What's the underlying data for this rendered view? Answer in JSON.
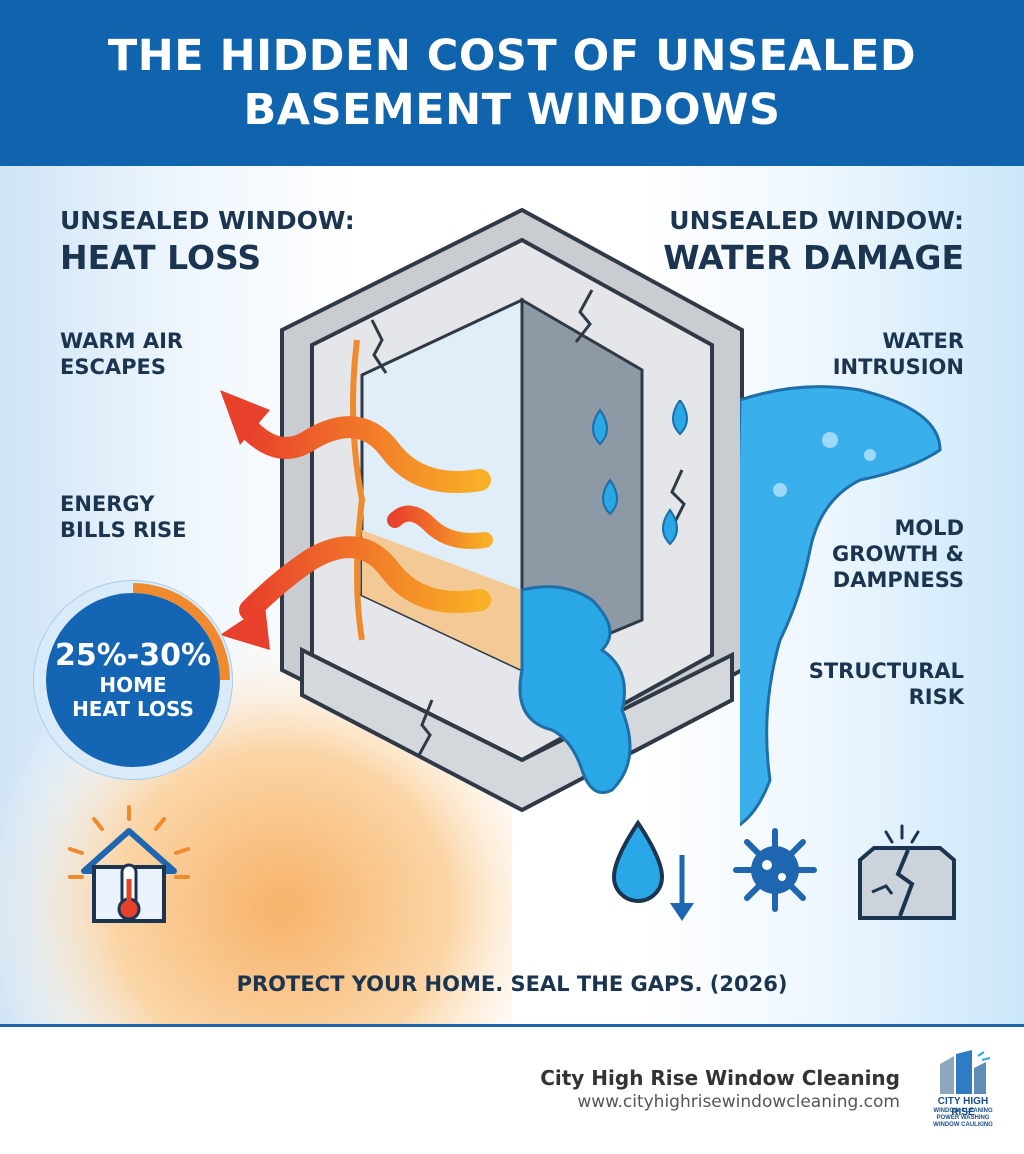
{
  "title": {
    "line1": "THE HIDDEN COST OF UNSEALED",
    "line2": "BASEMENT WINDOWS"
  },
  "left": {
    "heading_small": "UNSEALED WINDOW:",
    "heading_big": "HEAT LOSS",
    "label_warm_1": "WARM AIR",
    "label_warm_2": "ESCAPES",
    "label_energy_1": "ENERGY",
    "label_energy_2": "BILLS RISE",
    "stat_value": "25%-30%",
    "stat_line1": "HOME",
    "stat_line2": "HEAT LOSS"
  },
  "right": {
    "heading_small": "UNSEALED WINDOW:",
    "heading_big": "WATER DAMAGE",
    "label_water_1": "WATER",
    "label_water_2": "INTRUSION",
    "label_mold_1": "MOLD",
    "label_mold_2": "GROWTH &",
    "label_mold_3": "DAMPNESS",
    "label_struct_1": "STRUCTURAL",
    "label_struct_2": "RISK"
  },
  "tagline": "PROTECT YOUR HOME. SEAL THE GAPS. (2026)",
  "footer": {
    "company": "City High Rise Window Cleaning",
    "url": "www.cityhighrisewindowcleaning.com",
    "logo_line1": "CITY HIGH RISE",
    "logo_line2": "WINDOW CLEANING",
    "logo_line3": "POWER WASHING",
    "logo_line4": "WINDOW CAULKING"
  },
  "colors": {
    "banner": "#0f64ad",
    "heat": "#f5a623",
    "heat_deep": "#e8412b",
    "water": "#2aa7e6",
    "text": "#1b3550"
  },
  "icons": [
    "house-thermometer-icon",
    "water-drop-down-icon",
    "mold-virus-icon",
    "cracked-block-icon"
  ]
}
